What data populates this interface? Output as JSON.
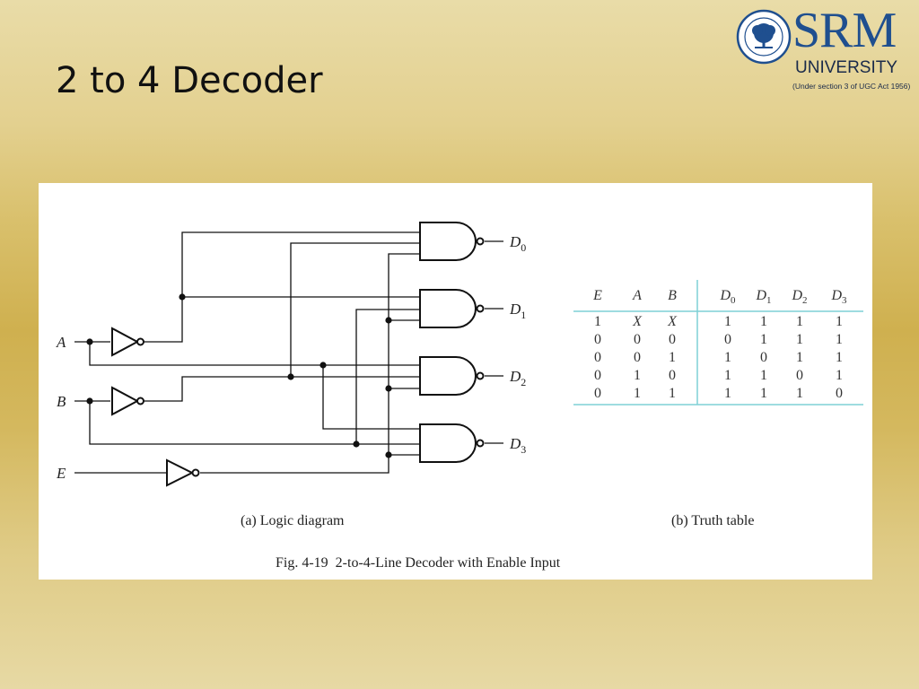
{
  "slide": {
    "title": "2 to 4 Decoder"
  },
  "logo": {
    "name": "SRM",
    "subtitle": "UNIVERSITY",
    "note": "(Under section 3 of UGC Act 1956)",
    "emblem_icon": "tree-emblem-icon",
    "brand_color": "#1f4f8f"
  },
  "diagram": {
    "inputs": [
      "A",
      "B",
      "E"
    ],
    "outputs": [
      {
        "letter": "D",
        "sub": "0"
      },
      {
        "letter": "D",
        "sub": "1"
      },
      {
        "letter": "D",
        "sub": "2"
      },
      {
        "letter": "D",
        "sub": "3"
      }
    ],
    "caption_a": "(a) Logic diagram",
    "caption_b": "(b) Truth table",
    "figure_caption": "Fig. 4-19  2-to-4-Line Decoder with Enable Input"
  },
  "truth_table": {
    "headers": [
      {
        "letter": "E",
        "sub": ""
      },
      {
        "letter": "A",
        "sub": ""
      },
      {
        "letter": "B",
        "sub": ""
      },
      {
        "letter": "D",
        "sub": "0"
      },
      {
        "letter": "D",
        "sub": "1"
      },
      {
        "letter": "D",
        "sub": "2"
      },
      {
        "letter": "D",
        "sub": "3"
      }
    ],
    "rows": [
      [
        "1",
        "X",
        "X",
        "1",
        "1",
        "1",
        "1"
      ],
      [
        "0",
        "0",
        "0",
        "0",
        "1",
        "1",
        "1"
      ],
      [
        "0",
        "0",
        "1",
        "1",
        "0",
        "1",
        "1"
      ],
      [
        "0",
        "1",
        "0",
        "1",
        "1",
        "0",
        "1"
      ],
      [
        "0",
        "1",
        "1",
        "1",
        "1",
        "1",
        "0"
      ]
    ]
  }
}
